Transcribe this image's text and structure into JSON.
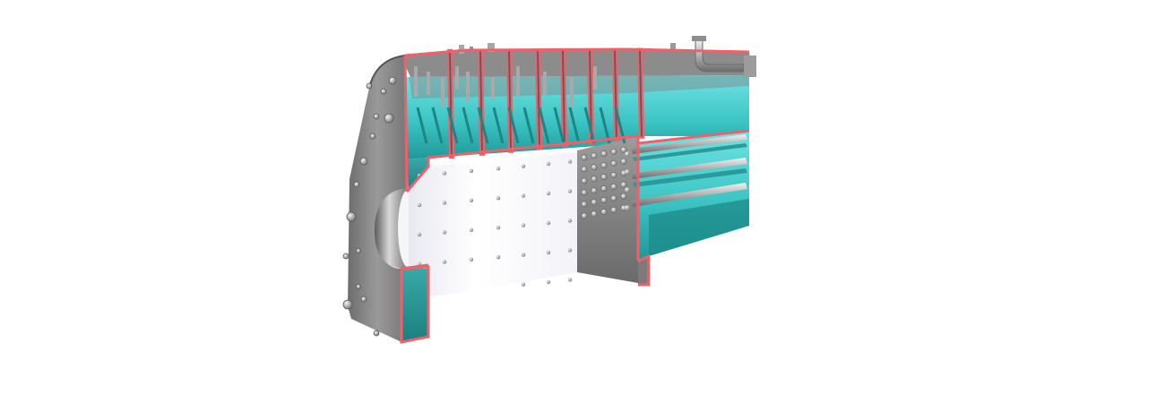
{
  "figure": {
    "subject": "boiler-cutaway-3d-model",
    "labels": []
  },
  "colors": {
    "background": "#ffffff",
    "section_cut": "#f0606a",
    "steel": "#8a8a8a",
    "steel_dark": "#5e5e5e",
    "steel_light": "#c4c4c4",
    "water": "#3fc9c9",
    "water_dark": "#1f9a9a",
    "furnace_wall": "#f7f7fb",
    "rivet": "#b9b9b9"
  },
  "components": {
    "stay_rings_count": 8,
    "tube_rows_count": 3,
    "furnace_rivet_rows": 5,
    "tubesheet_hole_grid": "5x6"
  }
}
